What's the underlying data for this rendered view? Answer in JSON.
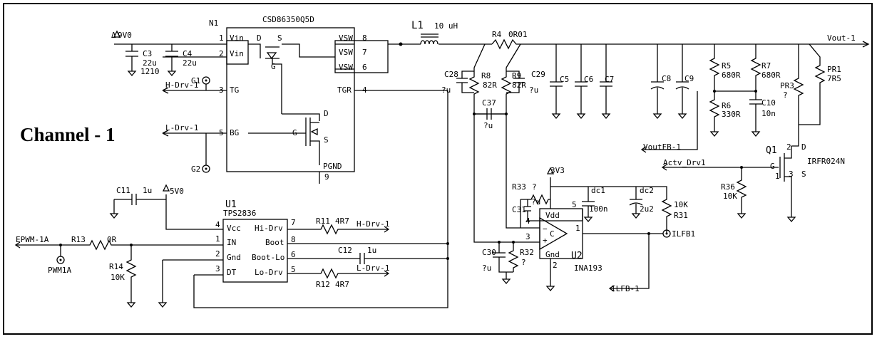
{
  "title": "Channel - 1",
  "components": {
    "N1": {
      "ref": "N1",
      "part": "CSD86350Q5D",
      "pins": {
        "p1": "1",
        "vin1": "Vin",
        "p2": "2",
        "vin2": "Vin",
        "p3": "3",
        "tg": "TG",
        "p5": "5",
        "bg": "BG",
        "p8": "8",
        "vsw1": "VSW",
        "p7": "7",
        "vsw2": "VSW",
        "p6": "6",
        "vsw3": "VSW",
        "p4": "4",
        "tgr": "TGR",
        "p9": "9",
        "pgnd": "PGND"
      },
      "fet": {
        "d1": "D",
        "s1": "S",
        "g1": "G",
        "d2": "D",
        "g2": "G",
        "s2": "S"
      }
    },
    "U1": {
      "ref": "U1",
      "part": "TPS2836",
      "pins": {
        "p4": "4",
        "vcc": "Vcc",
        "p1": "1",
        "in": "IN",
        "p2": "2",
        "gnd": "Gnd",
        "p3": "3",
        "dt": "DT",
        "p7": "7",
        "hidrv": "Hi-Drv",
        "p8": "8",
        "boot": "Boot",
        "p6": "6",
        "bootlo": "Boot-Lo",
        "p5": "5",
        "lodrv": "Lo-Drv"
      }
    },
    "U2": {
      "ref": "U2",
      "part": "INA193",
      "pins": {
        "vdd": "Vdd",
        "gnd": "Gnd",
        "c": "C",
        "p5": "5",
        "p4": "4",
        "p3": "3",
        "p1": "1",
        "p2": "2",
        "plus": "+",
        "minus": "−"
      }
    },
    "Q1": {
      "ref": "Q1",
      "part": "IRFR024N",
      "pins": {
        "p2": "2",
        "d": "D",
        "g": "G",
        "p1": "1",
        "p3": "3",
        "s": "S"
      }
    },
    "L1": {
      "ref": "L1",
      "value": "10 uH"
    },
    "R4": {
      "ref": "R4",
      "value": "0R01"
    },
    "R5": {
      "ref": "R5",
      "value": "680R"
    },
    "R6": {
      "ref": "R6",
      "value": "330R"
    },
    "R7": {
      "ref": "R7",
      "value": "680R"
    },
    "R8": {
      "ref": "R8",
      "value": "82R"
    },
    "R9": {
      "ref": "R9",
      "value": "82R"
    },
    "R11": {
      "ref": "R11",
      "value": "4R7"
    },
    "R12": {
      "ref": "R12",
      "value": "4R7"
    },
    "R13": {
      "ref": "R13",
      "value": "0R"
    },
    "R14": {
      "ref": "R14",
      "value": "10K"
    },
    "R31": {
      "ref": "R31",
      "value": "10K"
    },
    "R32": {
      "ref": "R32",
      "value": "?"
    },
    "R33": {
      "ref": "R33",
      "value": "?"
    },
    "R36": {
      "ref": "R36",
      "value": "10K"
    },
    "PR1": {
      "ref": "PR1",
      "value": "7R5"
    },
    "PR3": {
      "ref": "PR3",
      "value": "?"
    },
    "C3": {
      "ref": "C3",
      "value": "22u",
      "extra": "1210"
    },
    "C4": {
      "ref": "C4",
      "value": "22u"
    },
    "C5": {
      "ref": "C5"
    },
    "C6": {
      "ref": "C6"
    },
    "C7": {
      "ref": "C7"
    },
    "C8": {
      "ref": "C8"
    },
    "C9": {
      "ref": "C9"
    },
    "C10": {
      "ref": "C10",
      "value": "10n"
    },
    "C11": {
      "ref": "C11",
      "value": "1u"
    },
    "C12": {
      "ref": "C12",
      "value": "1u"
    },
    "C28": {
      "ref": "C28",
      "value": "?u"
    },
    "C29": {
      "ref": "C29",
      "value": "?u"
    },
    "C30": {
      "ref": "C30",
      "value": "?u"
    },
    "C31": {
      "ref": "C31",
      "value": "?u"
    },
    "C37": {
      "ref": "C37",
      "value": "?u"
    },
    "dc1": {
      "ref": "dc1",
      "value": "100n"
    },
    "dc2": {
      "ref": "dc2",
      "value": "2u2"
    }
  },
  "nets": {
    "v9": "9V0",
    "v5": "5V0",
    "v33": "3V3",
    "vout": "Vout-1",
    "hdrv_a": "H-Drv-1",
    "ldrv_a": "L-Drv-1",
    "hdrv_b": "H-Drv-1",
    "ldrv_b": "L-Drv-1",
    "epwm": "EPWM-1A",
    "pwm_tp": "PWM1A",
    "voutfb": "VoutFB-1",
    "actv": "Actv_Drv1",
    "ilfb": "ILFB-1",
    "ilfb_tp": "ILFB1",
    "g1": "G1",
    "g2": "G2"
  }
}
